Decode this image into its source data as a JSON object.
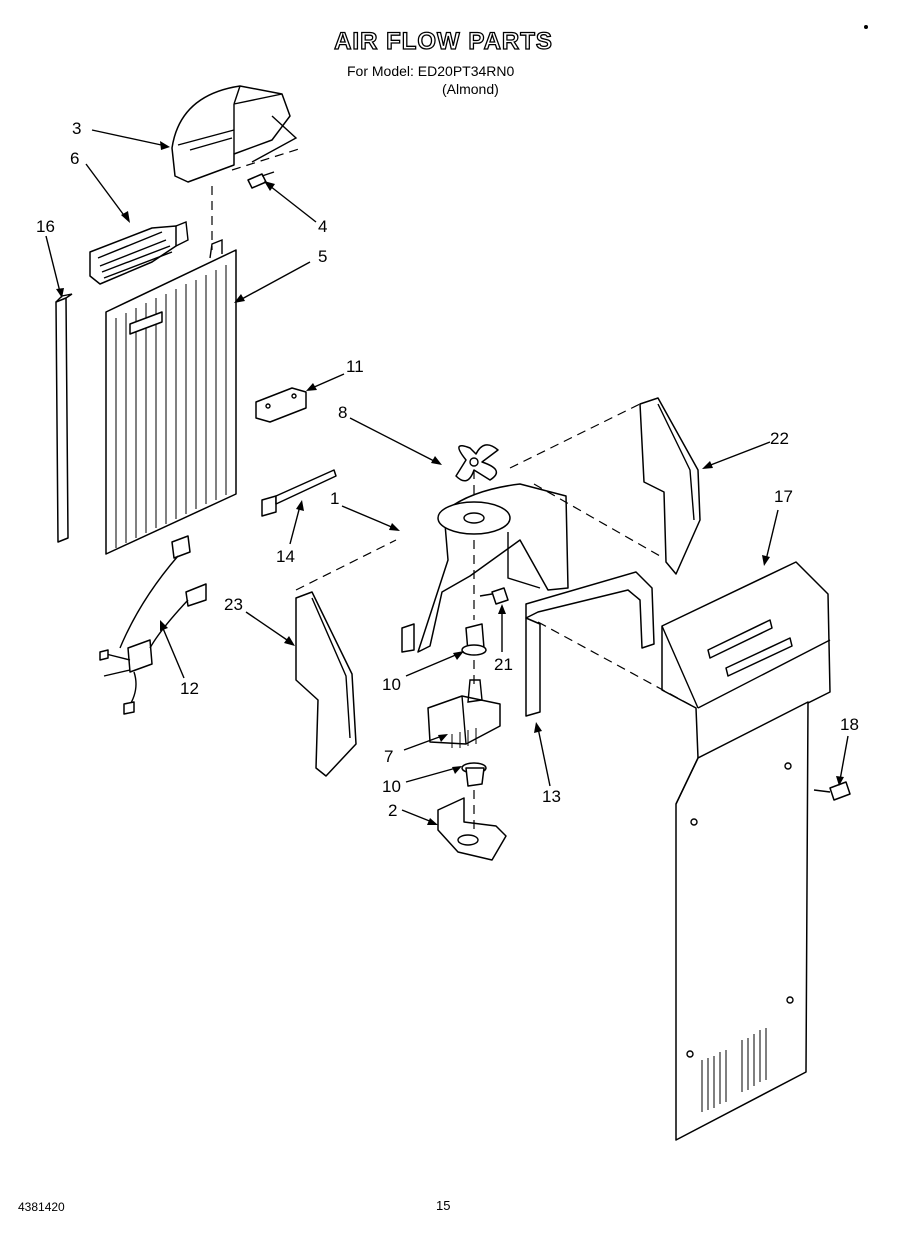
{
  "header": {
    "title": "AIR FLOW PARTS",
    "model_line": "For Model: ED20PT34RN0",
    "variant": "(Almond)"
  },
  "callouts": [
    "3",
    "6",
    "16",
    "4",
    "5",
    "11",
    "8",
    "22",
    "1",
    "17",
    "14",
    "23",
    "21",
    "10",
    "12",
    "7",
    "10",
    "13",
    "18",
    "2"
  ],
  "footer": {
    "doc_number": "4381420",
    "page_number": "15"
  }
}
